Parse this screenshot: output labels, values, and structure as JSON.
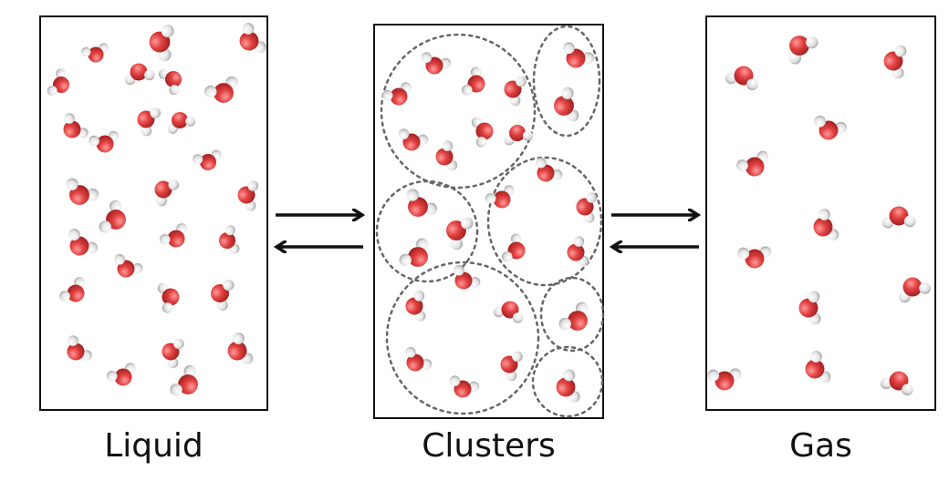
{
  "panels": [
    {
      "id": "liquid",
      "label": "Liquid"
    },
    {
      "id": "clusters",
      "label": "Clusters"
    },
    {
      "id": "gas",
      "label": "Gas"
    }
  ],
  "arrows": [
    {
      "between": "liquid-clusters",
      "forward": "right",
      "reverse": "left"
    },
    {
      "between": "clusters-gas",
      "forward": "right",
      "reverse": "left"
    }
  ],
  "colors": {
    "oxygen": "#e04040",
    "hydrogen": "#e6e6e6",
    "frame": "#111111",
    "cluster_outline": "#666666",
    "arrow": "#111111"
  },
  "icons": {
    "molecule": "water-molecule-icon",
    "equilibrium": "equilibrium-arrows-icon"
  }
}
